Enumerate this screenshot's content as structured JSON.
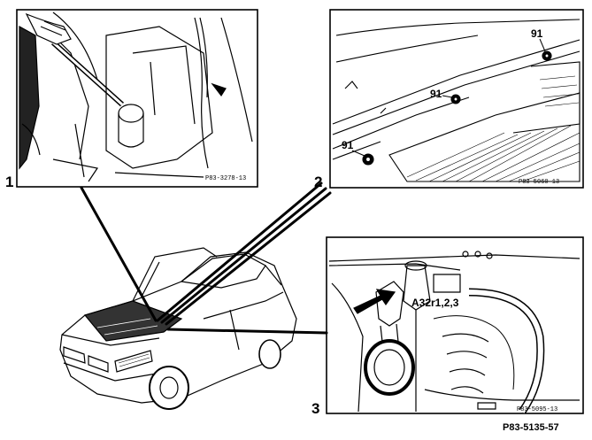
{
  "panels": [
    {
      "number": "1",
      "ref": "P83-3278-13"
    },
    {
      "number": "2",
      "ref": "P83-5060-13",
      "callouts": [
        "91",
        "91",
        "91"
      ]
    },
    {
      "number": "3",
      "ref": "P83-5095-13",
      "callouts": [
        "A32r1,2,3"
      ]
    }
  ],
  "figure_id": "P83-5135-57"
}
